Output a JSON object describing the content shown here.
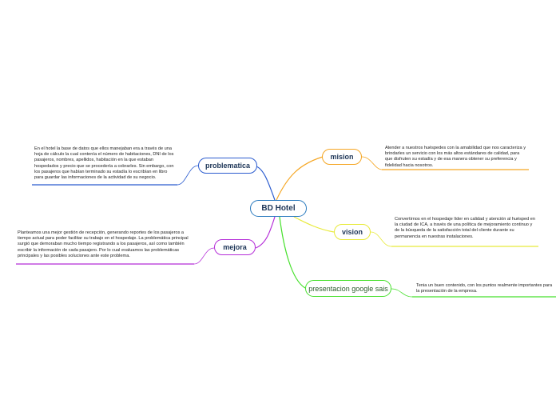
{
  "central": {
    "label": "BD Hotel",
    "color": "#2b7bbf"
  },
  "branches": {
    "mision": {
      "label": "mision",
      "color": "#f5a623",
      "note": "Atender a nuestros huéspedes con la amabilidad que nos caracteriza y brindarles un servicio con los más altos estándares de calidad, para que disfruten su estadía y de esa manera obtener su preferencia y fidelidad hacia nosotros."
    },
    "problematica": {
      "label": "problematica",
      "color": "#2b5ccf",
      "note": "En el hotel la base de datos que ellos manejaban era a través de una hoja de cálculo la cual contenía el número de habitaciones, DNI de los pasajeros, nombres, apellidos, habitación en la que estaban hospedados y precio que se procedería a cobrarles. Sin embargo, con los pasajeros que habían terminado su estadía lo escribían en libro para guardar las informaciones de la actividad de su negocio."
    },
    "vision": {
      "label": "vision",
      "color": "#e8ea3a",
      "note": "Convertirnos en el hospedaje líder en calidad y atención al huésped en la ciudad de ICA, a través de una política de mejoramiento continuo y de la búsqueda de la satisfacción total del cliente durante su permanencia en nuestras instalaciones."
    },
    "mejora": {
      "label": "mejora",
      "color": "#b52ed8",
      "note": "Planteamos una mejor gestión de recepción, generando reportes de los pasajeros a tiempo actual para poder facilitar su trabajo en el hospedaje. La problemática principal surgió que demoraban mucho tiempo registrando a los pasajeros, así como también escribir la información de cada pasajero. Por lo cual evaluamos las problemáticas principales y las posibles soluciones ante este problema."
    },
    "presentacion": {
      "label": "presentacion google sais",
      "color": "#46e02c",
      "note": "Tenia un buen contenido, con los puntos  realmente importantes para la presentación de la empresa."
    }
  }
}
